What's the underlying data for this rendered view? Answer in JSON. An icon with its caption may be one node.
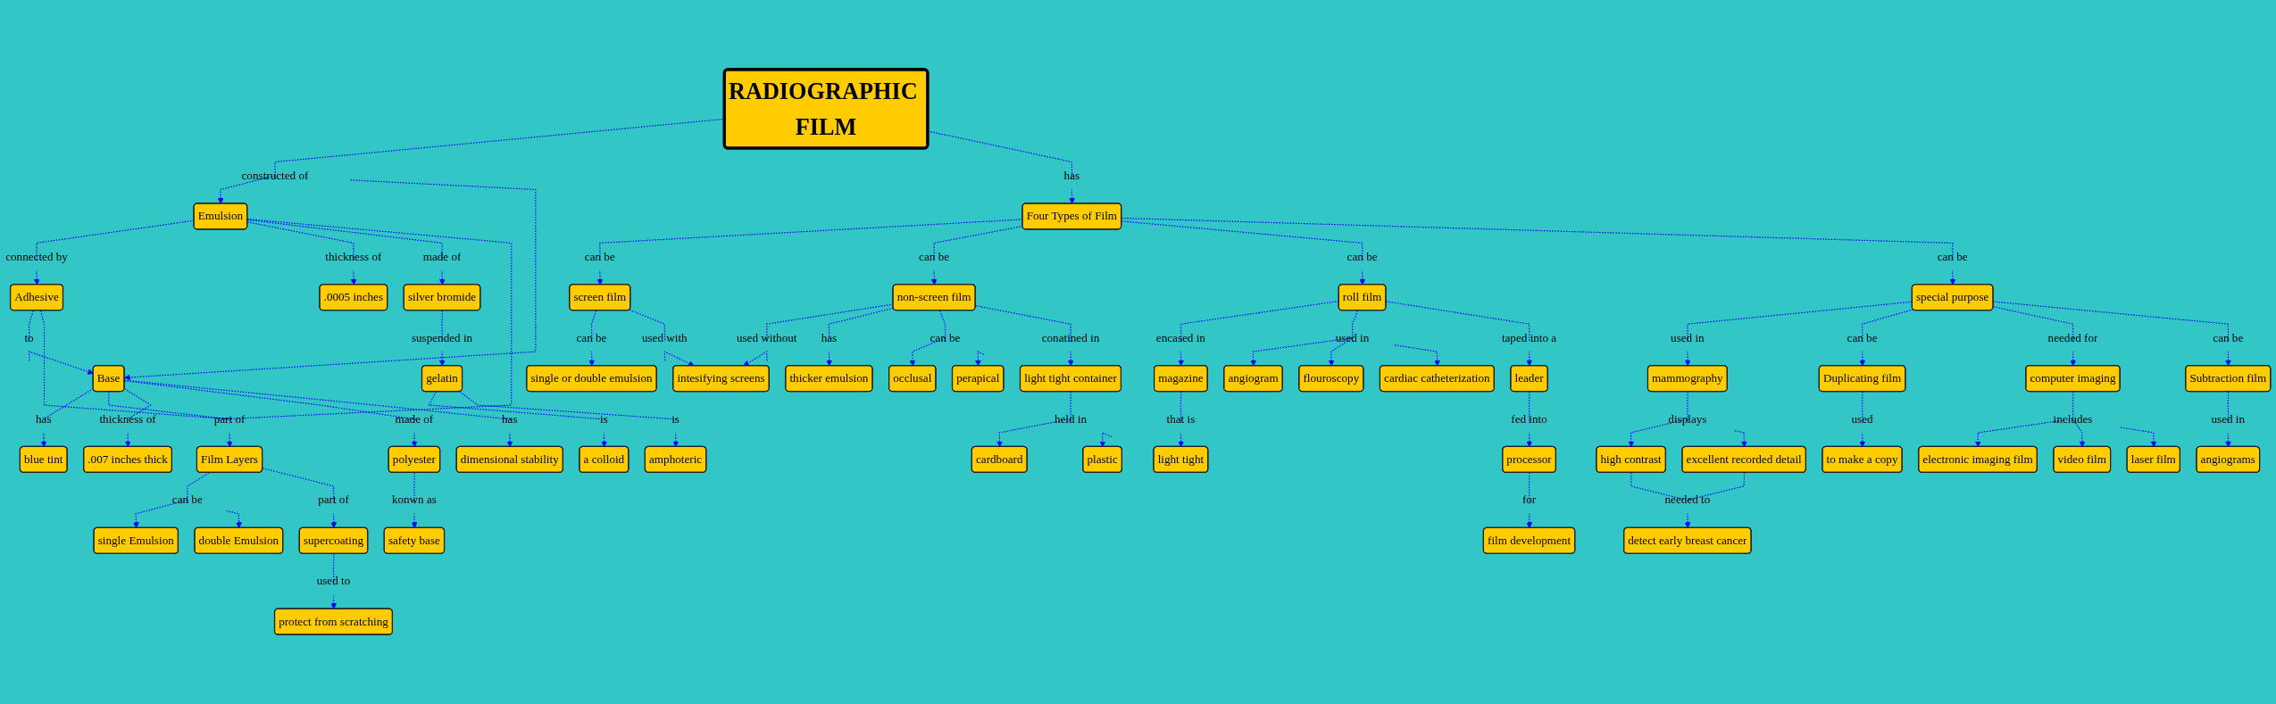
{
  "diagram": {
    "nodes": [
      {
        "text": [
          "RADIOGRAPHIC FILM"
        ]
      },
      {
        "text": [
          "constructed of"
        ]
      },
      {
        "text": [
          "has"
        ]
      },
      {
        "text": [
          "Four Types of Film"
        ]
      },
      {
        "text": [
          "Emulsion"
        ]
      },
      {
        "text": [
          "connected by"
        ]
      },
      {
        "text": [
          "Adhesive"
        ]
      },
      {
        "text": [
          "to"
        ]
      },
      {
        "text": [
          "Base"
        ]
      },
      {
        "text": [
          "has"
        ]
      },
      {
        "text": [
          "blue tint"
        ]
      },
      {
        "text": [
          "thickness of"
        ]
      },
      {
        "text": [
          "made of"
        ]
      },
      {
        "text": [
          "part of"
        ]
      },
      {
        "text": [
          "thickness of"
        ]
      },
      {
        "text": [
          "made of"
        ]
      },
      {
        "text": [
          "has"
        ]
      },
      {
        "text": [
          "can be"
        ]
      },
      {
        "text": [
          "can be"
        ]
      },
      {
        "text": [
          "can be"
        ]
      },
      {
        "text": [
          "can be"
        ]
      },
      {
        "text": [
          "screen film"
        ]
      },
      {
        "text": [
          "roll film"
        ]
      },
      {
        "text": [
          "special purpose"
        ]
      },
      {
        "text": [
          ".0005 inches"
        ]
      },
      {
        "text": [
          "silver bromide"
        ]
      },
      {
        "text": [
          "Film Layers"
        ]
      },
      {
        "text": [
          ".007 inches thick"
        ]
      },
      {
        "text": [
          "polyester"
        ]
      },
      {
        "text": [
          "dimensional stability"
        ]
      },
      {
        "text": [
          "can be"
        ]
      },
      {
        "text": [
          "encased in"
        ]
      },
      {
        "text": [
          "magazine"
        ]
      },
      {
        "text": [
          "single or double emulsion"
        ]
      },
      {
        "text": [
          "used in"
        ]
      },
      {
        "text": [
          "taped into a"
        ]
      },
      {
        "text": [
          "used in"
        ]
      },
      {
        "text": [
          "can be"
        ]
      },
      {
        "text": [
          "needed for"
        ]
      },
      {
        "text": [
          "can be"
        ]
      },
      {
        "text": [
          "angiogram"
        ]
      },
      {
        "text": [
          "suspended in"
        ]
      },
      {
        "text": [
          "can be"
        ]
      },
      {
        "text": [
          "part of"
        ]
      },
      {
        "text": [
          "konwn as"
        ]
      },
      {
        "text": [
          "that is"
        ]
      },
      {
        "text": [
          "gelatin"
        ]
      },
      {
        "text": [
          "single Emulsion"
        ]
      },
      {
        "text": [
          "double Emulsion"
        ]
      },
      {
        "text": [
          "supercoating"
        ]
      },
      {
        "text": [
          "safety base"
        ]
      },
      {
        "text": [
          "non-screen film"
        ]
      },
      {
        "text": [
          "light tight"
        ]
      },
      {
        "text": [
          "flouroscopy"
        ]
      },
      {
        "text": [
          "cardiac catheterization"
        ]
      },
      {
        "text": [
          "leader"
        ]
      },
      {
        "text": [
          "mammography"
        ]
      },
      {
        "text": [
          "Duplicating film"
        ]
      },
      {
        "text": [
          "computer imaging"
        ]
      },
      {
        "text": [
          "Subtraction film"
        ]
      },
      {
        "text": [
          "used with"
        ]
      },
      {
        "text": [
          "used without"
        ]
      },
      {
        "text": [
          "is"
        ]
      },
      {
        "text": [
          "is"
        ]
      },
      {
        "text": [
          "used to"
        ]
      },
      {
        "text": [
          "fed into"
        ]
      },
      {
        "text": [
          "displays"
        ]
      },
      {
        "text": [
          "used"
        ]
      },
      {
        "text": [
          "includes"
        ]
      },
      {
        "text": [
          "used in"
        ]
      },
      {
        "text": [
          "intesifying screens"
        ]
      },
      {
        "text": [
          "has"
        ]
      },
      {
        "text": [
          "can be"
        ]
      },
      {
        "text": [
          "conatined in"
        ]
      },
      {
        "text": [
          "a colloid"
        ]
      },
      {
        "text": [
          "amphoteric"
        ]
      },
      {
        "text": [
          "protect from scratching"
        ]
      },
      {
        "text": [
          "processor"
        ]
      },
      {
        "text": [
          "high contrast"
        ]
      },
      {
        "text": [
          "excellent recorded detail"
        ]
      },
      {
        "text": [
          "to make a copy"
        ]
      },
      {
        "text": [
          "electronic imaging film"
        ]
      },
      {
        "text": [
          "video film"
        ]
      },
      {
        "text": [
          "laser film"
        ]
      },
      {
        "text": [
          "angiograms"
        ]
      },
      {
        "text": [
          "needed to"
        ]
      },
      {
        "text": [
          "for"
        ]
      },
      {
        "text": [
          "thicker emulsion"
        ]
      },
      {
        "text": [
          "occlusal"
        ]
      },
      {
        "text": [
          "perapical"
        ]
      },
      {
        "text": [
          "light tight container"
        ]
      },
      {
        "text": [
          "film development"
        ]
      },
      {
        "text": [
          "detect early breast cancer"
        ]
      },
      {
        "text": [
          "held in"
        ]
      },
      {
        "text": [
          "cardboard"
        ]
      },
      {
        "text": [
          "plastic"
        ]
      }
    ],
    "edges": [
      {
        "from": 0,
        "to": 1,
        "arrow": "none",
        "style": "dashed"
      },
      {
        "from": 1,
        "to": 4,
        "arrow": "to",
        "style": "dashed"
      },
      {
        "from": 1,
        "to": 8,
        "arrow": "to",
        "style": "dashed"
      },
      {
        "from": 0,
        "to": 2,
        "arrow": "none",
        "style": "dashed"
      },
      {
        "from": 2,
        "to": 3,
        "arrow": "to",
        "style": "dashed"
      },
      {
        "from": 4,
        "to": 5,
        "arrow": "none",
        "style": "dashed"
      },
      {
        "from": 5,
        "to": 6,
        "arrow": "to",
        "style": "dashed"
      },
      {
        "from": 6,
        "to": 7,
        "arrow": "none",
        "style": "dashed"
      },
      {
        "from": 7,
        "to": 8,
        "arrow": "to",
        "style": "dashed"
      },
      {
        "from": 8,
        "to": 9,
        "arrow": "none",
        "style": "dashed"
      },
      {
        "from": 9,
        "to": 10,
        "arrow": "to",
        "style": "dashed"
      },
      {
        "from": 4,
        "to": 11,
        "arrow": "none",
        "style": "dashed"
      },
      {
        "from": 11,
        "to": 24,
        "arrow": "to",
        "style": "dashed"
      },
      {
        "from": 4,
        "to": 12,
        "arrow": "none",
        "style": "dashed"
      },
      {
        "from": 12,
        "to": 25,
        "arrow": "to",
        "style": "dashed"
      },
      {
        "from": 4,
        "to": 13,
        "arrow": "none",
        "style": "dashed"
      },
      {
        "from": 6,
        "to": 13,
        "arrow": "none",
        "style": "dashed"
      },
      {
        "from": 8,
        "to": 13,
        "arrow": "none",
        "style": "dashed"
      },
      {
        "from": 13,
        "to": 26,
        "arrow": "to",
        "style": "dashed"
      },
      {
        "from": 8,
        "to": 14,
        "arrow": "none",
        "style": "dashed"
      },
      {
        "from": 14,
        "to": 27,
        "arrow": "to",
        "style": "dashed"
      },
      {
        "from": 8,
        "to": 15,
        "arrow": "none",
        "style": "dashed"
      },
      {
        "from": 15,
        "to": 28,
        "arrow": "to",
        "style": "dashed"
      },
      {
        "from": 8,
        "to": 16,
        "arrow": "none",
        "style": "dashed"
      },
      {
        "from": 16,
        "to": 29,
        "arrow": "to",
        "style": "dashed"
      },
      {
        "from": 3,
        "to": 17,
        "arrow": "none",
        "style": "dashed"
      },
      {
        "from": 17,
        "to": 21,
        "arrow": "to",
        "style": "dashed"
      },
      {
        "from": 3,
        "to": 20,
        "arrow": "none",
        "style": "dashed"
      },
      {
        "from": 20,
        "to": 51,
        "arrow": "to",
        "style": "dashed"
      },
      {
        "from": 3,
        "to": 18,
        "arrow": "none",
        "style": "dashed"
      },
      {
        "from": 18,
        "to": 22,
        "arrow": "to",
        "style": "dashed"
      },
      {
        "from": 3,
        "to": 19,
        "arrow": "none",
        "style": "dashed"
      },
      {
        "from": 19,
        "to": 23,
        "arrow": "to",
        "style": "dashed"
      },
      {
        "from": 21,
        "to": 30,
        "arrow": "none",
        "style": "dashed"
      },
      {
        "from": 30,
        "to": 33,
        "arrow": "to",
        "style": "dashed"
      },
      {
        "from": 22,
        "to": 31,
        "arrow": "none",
        "style": "dashed"
      },
      {
        "from": 31,
        "to": 32,
        "arrow": "to",
        "style": "dashed"
      },
      {
        "from": 22,
        "to": 34,
        "arrow": "none",
        "style": "dashed"
      },
      {
        "from": 34,
        "to": 40,
        "arrow": "to",
        "style": "dashed"
      },
      {
        "from": 34,
        "to": 53,
        "arrow": "to",
        "style": "dashed"
      },
      {
        "from": 34,
        "to": 54,
        "arrow": "to",
        "style": "dashed"
      },
      {
        "from": 22,
        "to": 35,
        "arrow": "none",
        "style": "dashed"
      },
      {
        "from": 35,
        "to": 55,
        "arrow": "to",
        "style": "dashed"
      },
      {
        "from": 23,
        "to": 36,
        "arrow": "none",
        "style": "dashed"
      },
      {
        "from": 36,
        "to": 56,
        "arrow": "to",
        "style": "dashed"
      },
      {
        "from": 23,
        "to": 37,
        "arrow": "none",
        "style": "dashed"
      },
      {
        "from": 37,
        "to": 57,
        "arrow": "to",
        "style": "dashed"
      },
      {
        "from": 23,
        "to": 38,
        "arrow": "none",
        "style": "dashed"
      },
      {
        "from": 38,
        "to": 58,
        "arrow": "to",
        "style": "dashed"
      },
      {
        "from": 23,
        "to": 39,
        "arrow": "none",
        "style": "dashed"
      },
      {
        "from": 39,
        "to": 59,
        "arrow": "to",
        "style": "dashed"
      },
      {
        "from": 25,
        "to": 41,
        "arrow": "none",
        "style": "dashed"
      },
      {
        "from": 41,
        "to": 46,
        "arrow": "to",
        "style": "dashed"
      },
      {
        "from": 26,
        "to": 42,
        "arrow": "none",
        "style": "dashed"
      },
      {
        "from": 42,
        "to": 47,
        "arrow": "to",
        "style": "dashed"
      },
      {
        "from": 42,
        "to": 48,
        "arrow": "to",
        "style": "dashed"
      },
      {
        "from": 26,
        "to": 43,
        "arrow": "none",
        "style": "dashed"
      },
      {
        "from": 43,
        "to": 49,
        "arrow": "to",
        "style": "dashed"
      },
      {
        "from": 28,
        "to": 44,
        "arrow": "none",
        "style": "dashed"
      },
      {
        "from": 44,
        "to": 50,
        "arrow": "to",
        "style": "dashed"
      },
      {
        "from": 32,
        "to": 45,
        "arrow": "none",
        "style": "dashed"
      },
      {
        "from": 45,
        "to": 52,
        "arrow": "to",
        "style": "dashed"
      },
      {
        "from": 46,
        "to": 62,
        "arrow": "none",
        "style": "dashed"
      },
      {
        "from": 62,
        "to": 74,
        "arrow": "to",
        "style": "dashed"
      },
      {
        "from": 46,
        "to": 63,
        "arrow": "none",
        "style": "dashed"
      },
      {
        "from": 63,
        "to": 75,
        "arrow": "to",
        "style": "dashed"
      },
      {
        "from": 49,
        "to": 64,
        "arrow": "none",
        "style": "dashed"
      },
      {
        "from": 64,
        "to": 76,
        "arrow": "to",
        "style": "dashed"
      },
      {
        "from": 21,
        "to": 60,
        "arrow": "none",
        "style": "dashed"
      },
      {
        "from": 60,
        "to": 70,
        "arrow": "to",
        "style": "dashed"
      },
      {
        "from": 51,
        "to": 61,
        "arrow": "none",
        "style": "dashed"
      },
      {
        "from": 61,
        "to": 70,
        "arrow": "to",
        "style": "dashed"
      },
      {
        "from": 55,
        "to": 65,
        "arrow": "none",
        "style": "dashed"
      },
      {
        "from": 65,
        "to": 77,
        "arrow": "to",
        "style": "dashed"
      },
      {
        "from": 56,
        "to": 66,
        "arrow": "none",
        "style": "dashed"
      },
      {
        "from": 66,
        "to": 78,
        "arrow": "to",
        "style": "dashed"
      },
      {
        "from": 66,
        "to": 79,
        "arrow": "to",
        "style": "dashed"
      },
      {
        "from": 57,
        "to": 67,
        "arrow": "none",
        "style": "dashed"
      },
      {
        "from": 67,
        "to": 80,
        "arrow": "to",
        "style": "dashed"
      },
      {
        "from": 58,
        "to": 68,
        "arrow": "none",
        "style": "dashed"
      },
      {
        "from": 68,
        "to": 81,
        "arrow": "to",
        "style": "dashed"
      },
      {
        "from": 68,
        "to": 82,
        "arrow": "to",
        "style": "dashed"
      },
      {
        "from": 68,
        "to": 83,
        "arrow": "to",
        "style": "dashed"
      },
      {
        "from": 59,
        "to": 69,
        "arrow": "none",
        "style": "dashed"
      },
      {
        "from": 69,
        "to": 84,
        "arrow": "to",
        "style": "dashed"
      },
      {
        "from": 51,
        "to": 71,
        "arrow": "none",
        "style": "dashed"
      },
      {
        "from": 71,
        "to": 87,
        "arrow": "to",
        "style": "dashed"
      },
      {
        "from": 51,
        "to": 72,
        "arrow": "none",
        "style": "dashed"
      },
      {
        "from": 72,
        "to": 88,
        "arrow": "to",
        "style": "dashed"
      },
      {
        "from": 72,
        "to": 89,
        "arrow": "to",
        "style": "dashed"
      },
      {
        "from": 51,
        "to": 73,
        "arrow": "none",
        "style": "dashed"
      },
      {
        "from": 73,
        "to": 90,
        "arrow": "to",
        "style": "dashed"
      },
      {
        "from": 78,
        "to": 85,
        "arrow": "none",
        "style": "dashed"
      },
      {
        "from": 79,
        "to": 85,
        "arrow": "none",
        "style": "dashed"
      },
      {
        "from": 85,
        "to": 92,
        "arrow": "to",
        "style": "dashed"
      },
      {
        "from": 77,
        "to": 86,
        "arrow": "none",
        "style": "dashed"
      },
      {
        "from": 86,
        "to": 91,
        "arrow": "to",
        "style": "dashed"
      },
      {
        "from": 90,
        "to": 93,
        "arrow": "none",
        "style": "dashed"
      },
      {
        "from": 93,
        "to": 94,
        "arrow": "to",
        "style": "dashed"
      },
      {
        "from": 93,
        "to": 95,
        "arrow": "to",
        "style": "dashed"
      }
    ]
  }
}
